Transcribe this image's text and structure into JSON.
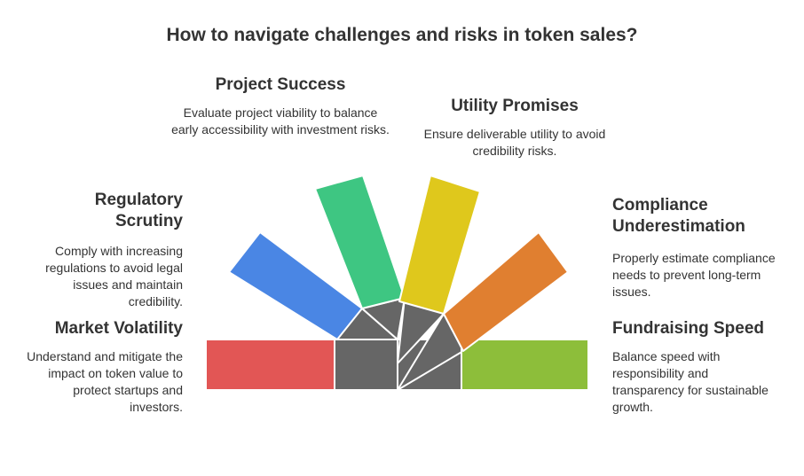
{
  "title": "How to navigate challenges and risks in token sales?",
  "items": {
    "project_success": {
      "heading": "Project Success",
      "description": "Evaluate project viability to balance early accessibility with investment risks.",
      "color": "#3ec682"
    },
    "utility_promises": {
      "heading": "Utility Promises",
      "description": "Ensure deliverable utility to avoid credibility risks.",
      "color": "#dfc81c"
    },
    "regulatory_scrutiny": {
      "heading": "Regulatory Scrutiny",
      "description": "Comply with increasing regulations to avoid legal issues and maintain credibility.",
      "color": "#4a86e4"
    },
    "compliance_underestimation": {
      "heading": "Compliance Underestimation",
      "description": "Properly estimate compliance needs to prevent long-term issues.",
      "color": "#e07f30"
    },
    "market_volatility": {
      "heading": "Market Volatility",
      "description": "Understand and mitigate the impact on token value to protect startups and investors.",
      "color": "#e25655"
    },
    "fundraising_speed": {
      "heading": "Fundraising Speed",
      "description": "Balance speed with responsibility and transparency for sustainable growth.",
      "color": "#8dbe3a"
    }
  },
  "hub_color": "#666666"
}
